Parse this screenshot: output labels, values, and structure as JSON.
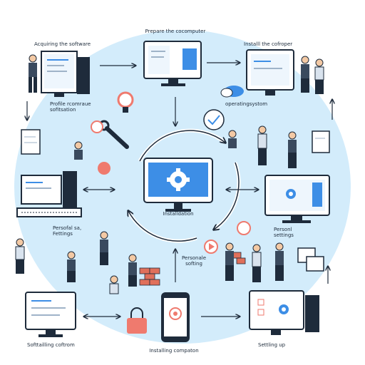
{
  "labels": {
    "acquiring": "Acquiring the software",
    "prepare": "Prepare the cocomputer",
    "install_top": "Installl the cofroper",
    "profile": "Profile rcomraue sofitsation",
    "operating": "operatingsystom",
    "center": "Installdation",
    "personal_left": "Persofal sa, Fettings",
    "personal_right": "Personl settings",
    "personal_bottom": "Personale softing",
    "settling": "Softtailling coftrom",
    "installing_bottom": "Installing compaton",
    "setting_up": "Settling up"
  },
  "colors": {
    "background_circle": "#d3ecfb",
    "screen_blue": "#3d8ee6",
    "dark_outline": "#1e2b3b",
    "accent_red": "#ef7a6e",
    "brick": "#e0705b"
  },
  "icons": [
    "gear-icon",
    "lightbulb-icon",
    "wrench-icon",
    "cloud-icon",
    "shield-icon",
    "lock-icon",
    "play-icon",
    "document-icon",
    "arrow-icon"
  ]
}
